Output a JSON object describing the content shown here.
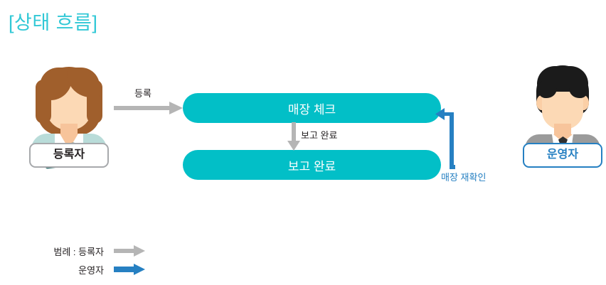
{
  "page": {
    "title": "[상태 흐름]",
    "title_color": "#31c8d6",
    "background": "#ffffff"
  },
  "diagram": {
    "type": "state-flow",
    "box_color": "#02bfc7",
    "registrant_edge_color": "#b5b5b5",
    "operator_edge_color": "#2680c2",
    "actors": [
      {
        "id": "registrant",
        "label": "등록자",
        "side": "left",
        "badge_border_color": "#a7a9ac",
        "badge_text_color": "#231f20"
      },
      {
        "id": "operator",
        "label": "운영자",
        "side": "right",
        "badge_border_color": "#2680c2",
        "badge_text_color": "#2680c2"
      }
    ],
    "states": [
      {
        "id": "store-check",
        "label": "매장 체크"
      },
      {
        "id": "report-done",
        "label": "보고 완료"
      }
    ],
    "transitions": [
      {
        "id": "register",
        "label": "등록",
        "from": "registrant",
        "to": "store-check",
        "actor": "registrant",
        "color": "#b5b5b5"
      },
      {
        "id": "report",
        "label": "보고 완료",
        "from": "store-check",
        "to": "report-done",
        "actor": "registrant",
        "color": "#b5b5b5"
      },
      {
        "id": "recheck",
        "label": "매장 재확인",
        "from": "report-done",
        "to": "store-check",
        "actor": "operator",
        "color": "#2680c2"
      }
    ]
  },
  "legend": {
    "rows": [
      {
        "text": "범례 : 등록자",
        "color": "#b5b5b5"
      },
      {
        "text": "운영자",
        "color": "#2680c2"
      }
    ]
  }
}
